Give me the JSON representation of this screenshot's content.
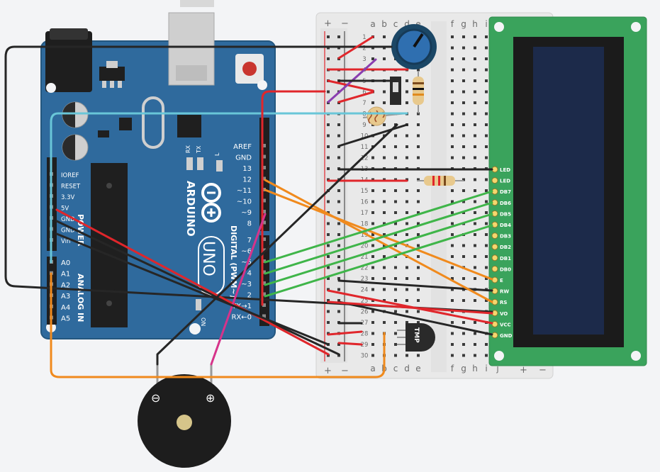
{
  "breadboard": {
    "rail_plus": "+",
    "rail_minus": "−",
    "columns_left": [
      "a",
      "b",
      "c",
      "d",
      "e"
    ],
    "columns_right": [
      "f",
      "g",
      "h",
      "i",
      "j"
    ],
    "rows": [
      "1",
      "2",
      "3",
      "4",
      "5",
      "6",
      "7",
      "8",
      "9",
      "10",
      "11",
      "12",
      "13",
      "14",
      "15",
      "16",
      "17",
      "18",
      "19",
      "20",
      "21",
      "22",
      "23",
      "24",
      "25",
      "26",
      "27",
      "28",
      "29",
      "30"
    ]
  },
  "arduino": {
    "brand": "ARDUINO",
    "model": "UNO",
    "tx": "TX",
    "rx": "RX",
    "l": "L",
    "on": "ON",
    "power_label": "POWER",
    "analog_label": "ANALOG IN",
    "digital_label": "DIGITAL (PWM~)",
    "power_pins": [
      "IOREF",
      "RESET",
      "3.3V",
      "5V",
      "GND",
      "GND",
      "Vin"
    ],
    "analog_pins": [
      "A0",
      "A1",
      "A2",
      "A3",
      "A4",
      "A5"
    ],
    "digital_pins_top": [
      "AREF",
      "GND",
      "13",
      "12",
      "~11",
      "~10",
      "~9",
      "8"
    ],
    "digital_pins_bottom": [
      "7",
      "~6",
      "~5",
      "4",
      "~3",
      "2",
      "TX→1",
      "RX←0"
    ]
  },
  "lcd": {
    "pins": [
      "LED",
      "LED",
      "DB7",
      "DB6",
      "DB5",
      "DB4",
      "DB3",
      "DB2",
      "DB1",
      "DB0",
      "E",
      "RW",
      "RS",
      "VO",
      "VCC",
      "GND"
    ]
  },
  "sensor": {
    "label": "TMP"
  },
  "buzzer": {
    "minus": "⊖",
    "plus": "⊕"
  },
  "colors": {
    "wire_red": "#e0262b",
    "wire_black": "#262626",
    "wire_green": "#3fb549",
    "wire_orange": "#f08a1d",
    "wire_cyan": "#69c6d8",
    "wire_purple": "#8a3eb0",
    "wire_magenta": "#d6338a",
    "board_blue": "#2f6a9d",
    "lcd_green": "#3aa35c",
    "lcd_screen": "#1c2a4a"
  }
}
